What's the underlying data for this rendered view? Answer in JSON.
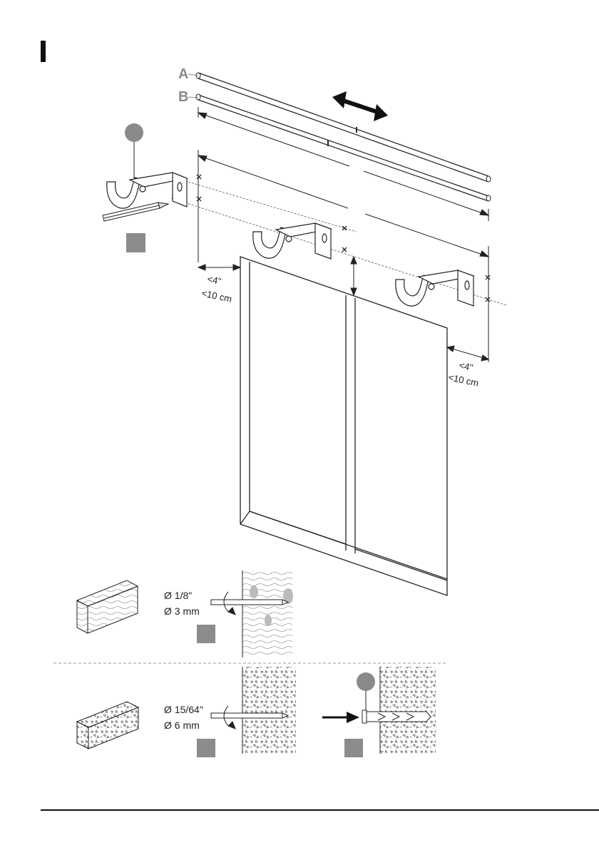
{
  "parts": {
    "rod_a": "A",
    "rod_b": "B"
  },
  "dimensions": {
    "left_in": "<4\"",
    "left_cm": "<10 cm",
    "right_in": "<4\"",
    "right_cm": "<10 cm"
  },
  "drill_wood": {
    "inch": "Ø 1/8\"",
    "mm": "Ø 3 mm"
  },
  "drill_masonry": {
    "inch": "Ø 15/64\"",
    "mm": "Ø 6 mm"
  },
  "colors": {
    "line": "#222222",
    "grey_badge": "#8c8c8c",
    "circle_badge": "#8a8a8a"
  }
}
